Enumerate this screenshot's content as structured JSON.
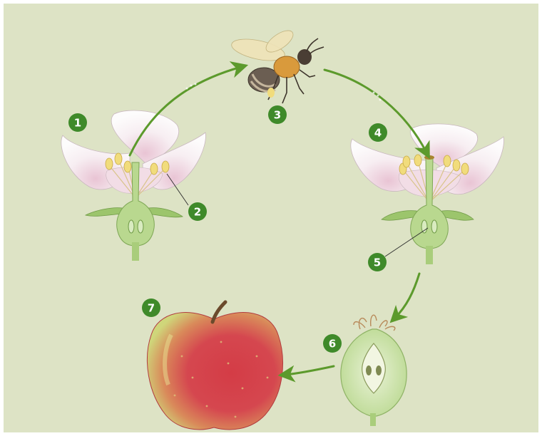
{
  "colors": {
    "background": "#dde3c5",
    "border": "#ffffff",
    "arrow": "#5c9a2c",
    "badge": "#3f8a2a",
    "badge_text": "#ffffff",
    "petal": "#fbf8f9",
    "petal_shade": "#ecd0dc",
    "pistil": "#b9d88f",
    "anther": "#f1dc7c",
    "apple_red": "#d5474f",
    "apple_green": "#cfd67a"
  },
  "diagram": {
    "steps": [
      {
        "number": "1",
        "label": "",
        "icon": "flower-open"
      },
      {
        "number": "2",
        "label": "",
        "icon": "stamen-pointer"
      },
      {
        "number": "3",
        "label": "",
        "icon": "bee"
      },
      {
        "number": "4",
        "label": "",
        "icon": "flower-pollinated"
      },
      {
        "number": "5",
        "label": "",
        "icon": "ovary-pointer"
      },
      {
        "number": "6",
        "label": "",
        "icon": "fruit-cross-section"
      },
      {
        "number": "7",
        "label": "",
        "icon": "apple"
      }
    ]
  }
}
